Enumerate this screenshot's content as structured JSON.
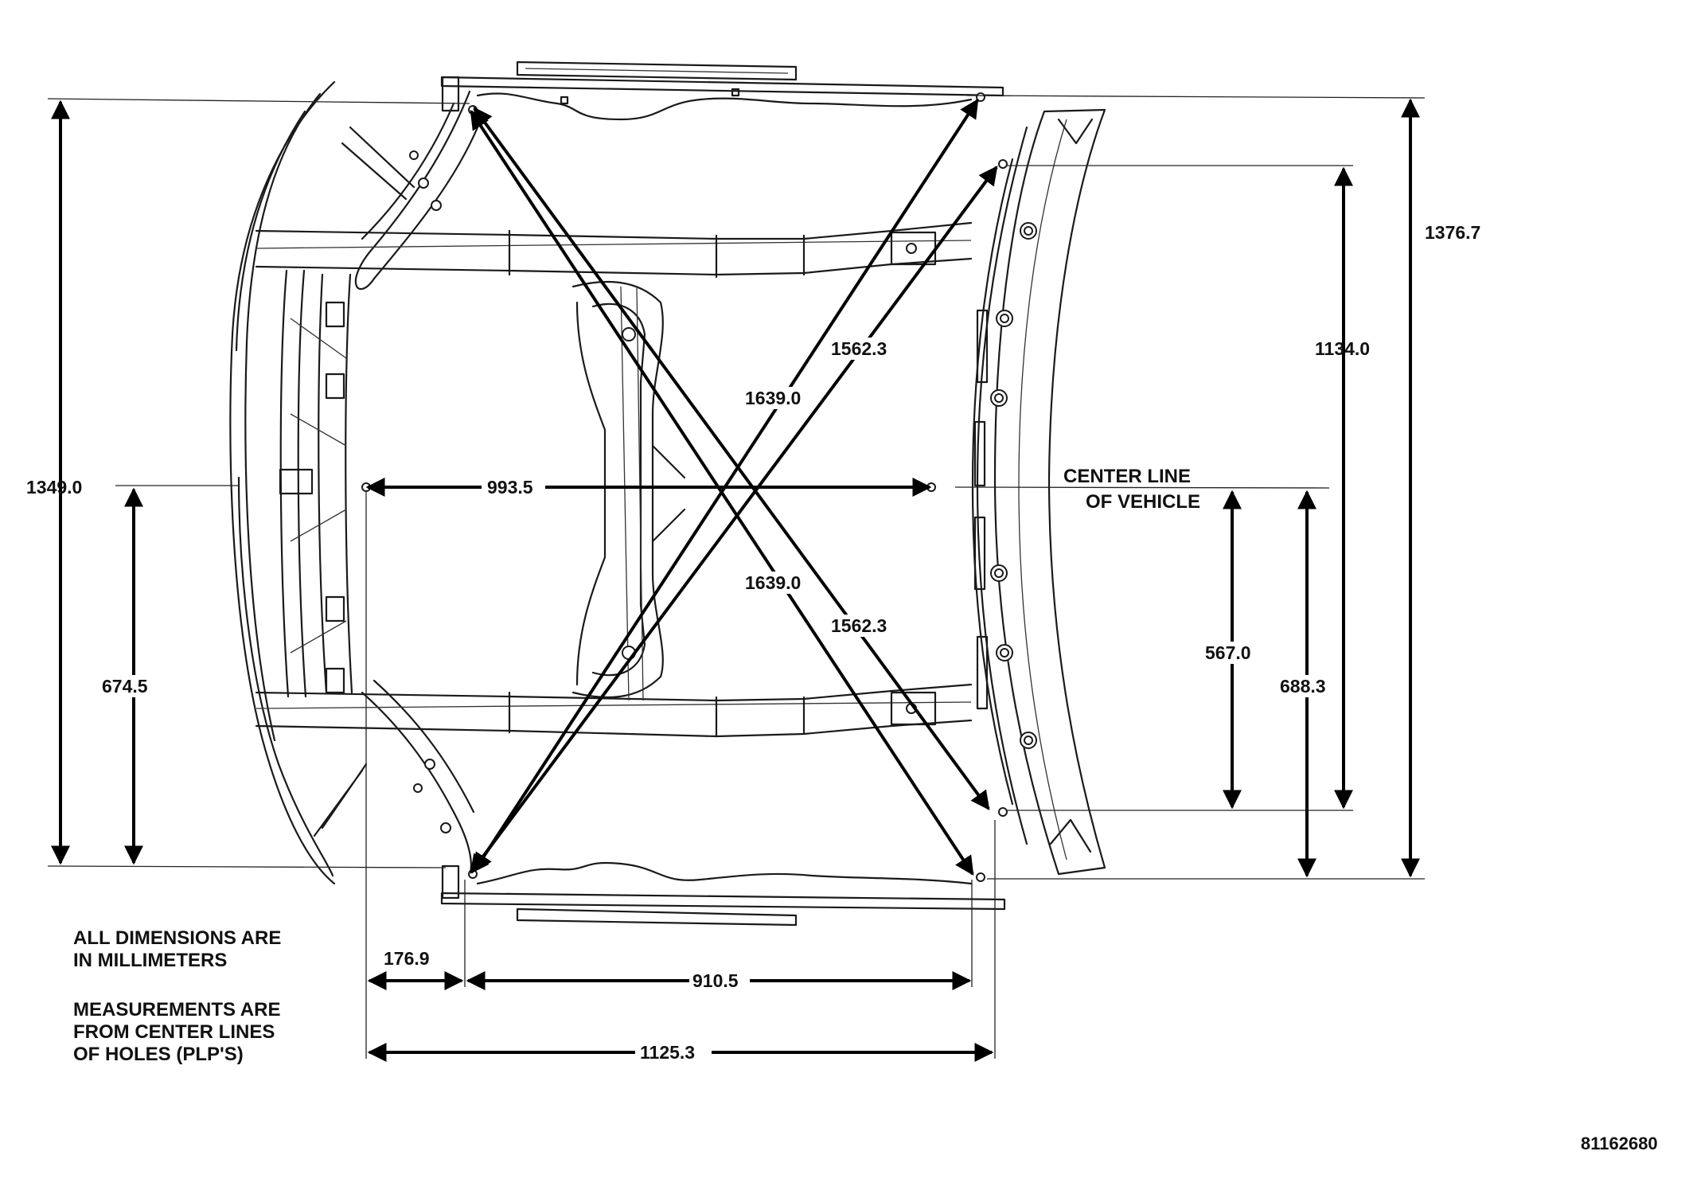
{
  "dimensions": {
    "left_overall_height": "1349.0",
    "left_half_height": "674.5",
    "front_width": "993.5",
    "diagonal_upper_inner": "1562.3",
    "diagonal_upper_outer": "1639.0",
    "diagonal_lower_outer": "1639.0",
    "diagonal_lower_inner": "1562.3",
    "right_outer_height": "1376.7",
    "right_inner_height": "1134.0",
    "right_half_inner": "567.0",
    "right_half_outer": "688.3",
    "bottom_offset": "176.9",
    "bottom_mid": "910.5",
    "bottom_overall": "1125.3"
  },
  "labels": {
    "center_line_1": "CENTER LINE",
    "center_line_2": "OF VEHICLE"
  },
  "notes": {
    "note1_line1": "ALL DIMENSIONS ARE",
    "note1_line2": "IN MILLIMETERS",
    "note2_line1": "MEASUREMENTS ARE",
    "note2_line2": "FROM CENTER LINES",
    "note2_line3": "OF HOLES (PLP'S)"
  },
  "figure_number": "81162680"
}
